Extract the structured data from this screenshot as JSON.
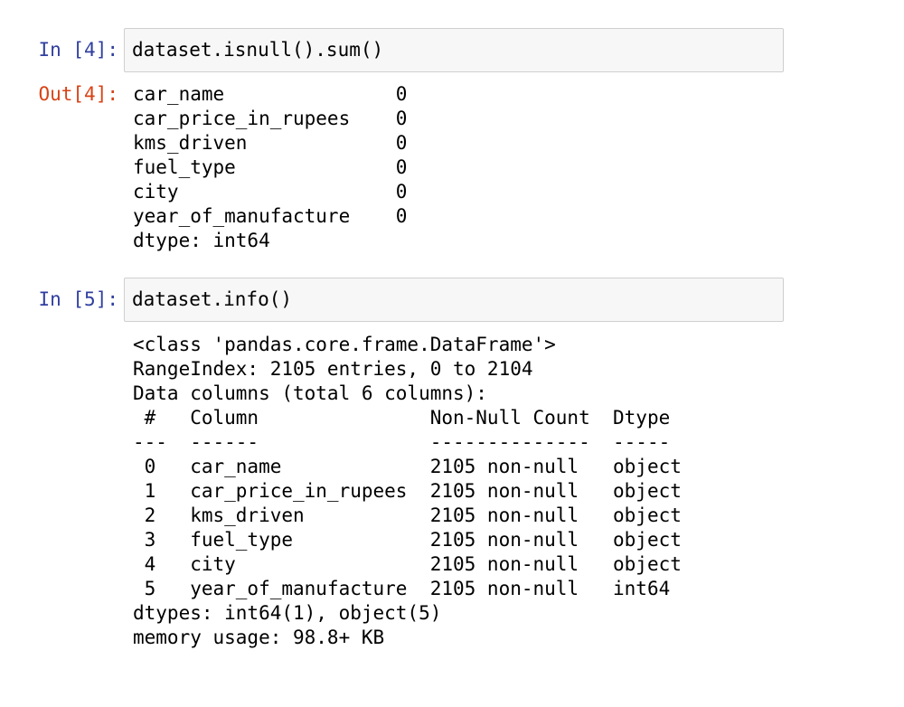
{
  "notebook": {
    "cells": [
      {
        "in_prompt": "In [4]:",
        "source": "dataset.isnull().sum()",
        "out_prompt": "Out[4]:",
        "output_lines": [
          "car_name               0",
          "car_price_in_rupees    0",
          "kms_driven             0",
          "fuel_type              0",
          "city                   0",
          "year_of_manufacture    0",
          "dtype: int64"
        ]
      },
      {
        "in_prompt": "In [5]:",
        "source": "dataset.info()",
        "output_lines": [
          "<class 'pandas.core.frame.DataFrame'>",
          "RangeIndex: 2105 entries, 0 to 2104",
          "Data columns (total 6 columns):",
          " #   Column               Non-Null Count  Dtype ",
          "---  ------               --------------  ----- ",
          " 0   car_name             2105 non-null   object",
          " 1   car_price_in_rupees  2105 non-null   object",
          " 2   kms_driven           2105 non-null   object",
          " 3   fuel_type            2105 non-null   object",
          " 4   city                 2105 non-null   object",
          " 5   year_of_manufacture  2105 non-null   int64 ",
          "dtypes: int64(1), object(5)",
          "memory usage: 98.8+ KB"
        ]
      }
    ],
    "info_table": {
      "columns": [
        "#",
        "Column",
        "Non-Null Count",
        "Dtype"
      ],
      "rows": [
        [
          "0",
          "car_name",
          "2105 non-null",
          "object"
        ],
        [
          "1",
          "car_price_in_rupees",
          "2105 non-null",
          "object"
        ],
        [
          "2",
          "kms_driven",
          "2105 non-null",
          "object"
        ],
        [
          "3",
          "fuel_type",
          "2105 non-null",
          "object"
        ],
        [
          "4",
          "city",
          "2105 non-null",
          "object"
        ],
        [
          "5",
          "year_of_manufacture",
          "2105 non-null",
          "int64"
        ]
      ]
    },
    "colors": {
      "in_prompt": "#303f9f",
      "out_prompt": "#d84315",
      "cell_background": "#f7f7f7",
      "cell_border": "#cfcfcf",
      "text": "#000000",
      "page_background": "#ffffff"
    }
  }
}
